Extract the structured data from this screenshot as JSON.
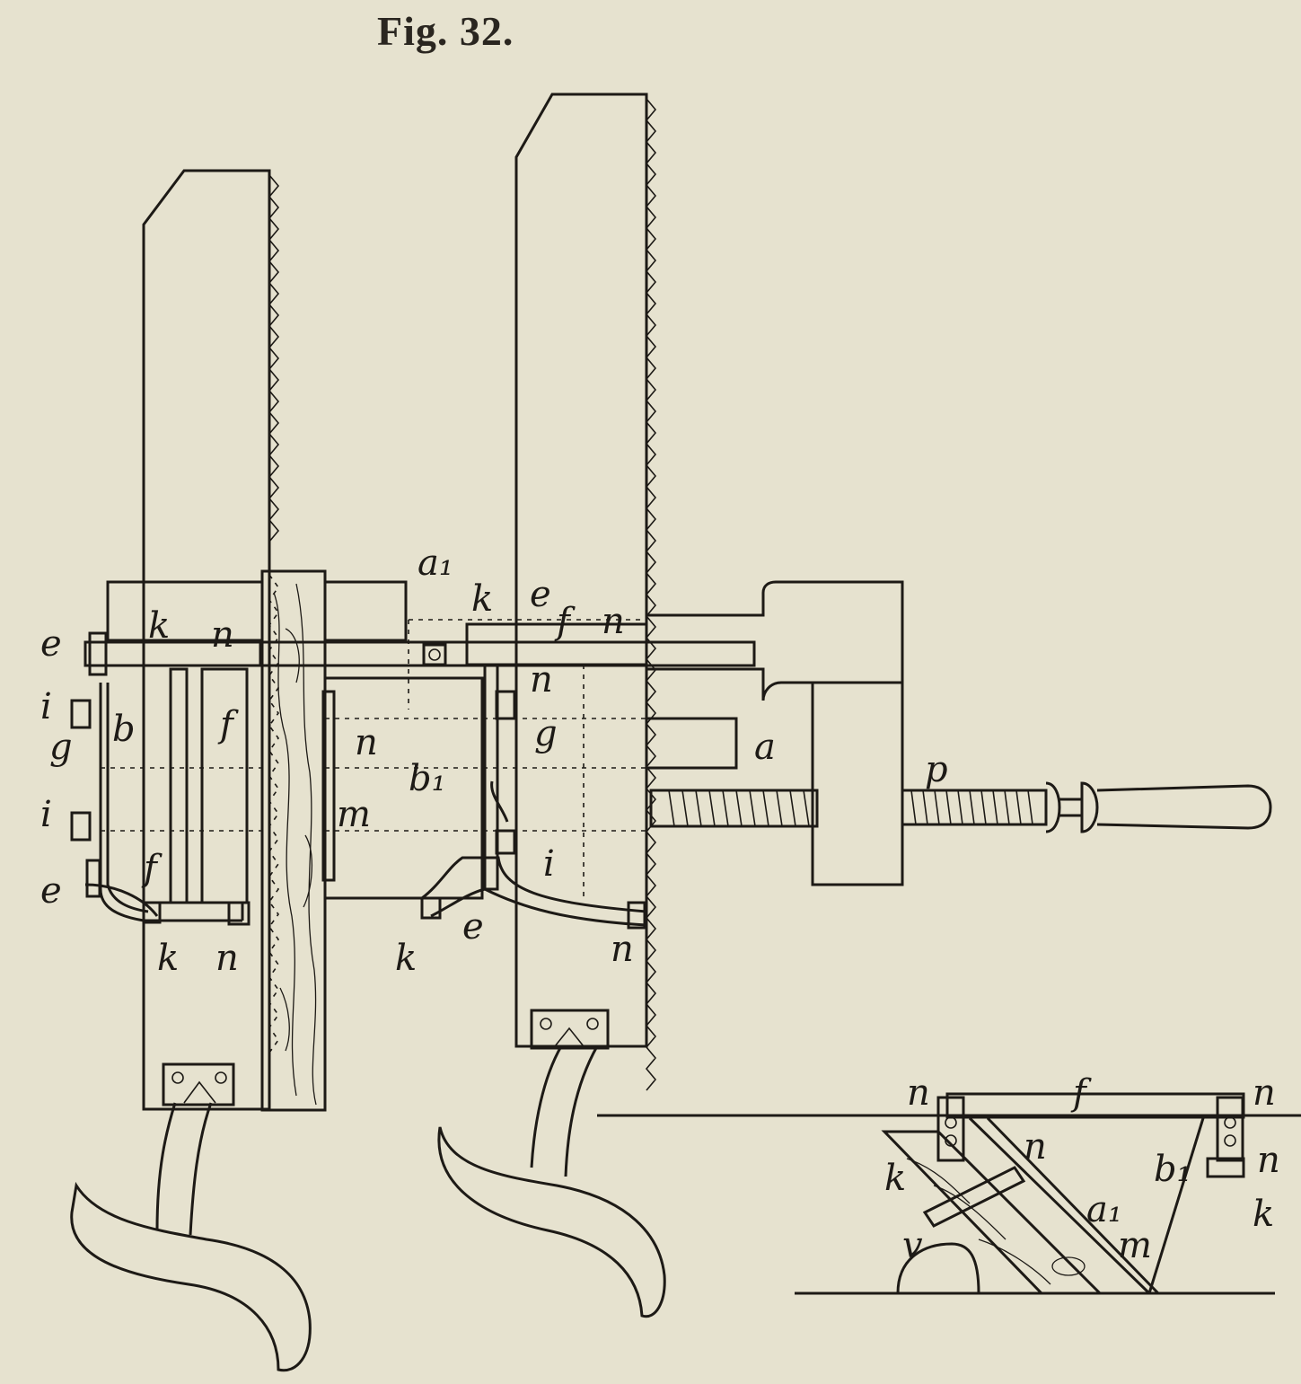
{
  "figure": {
    "title": "Fig. 32."
  },
  "colors": {
    "paper": "#e6e2cf",
    "ink": "#1d1a16",
    "bleed_through": "#cfc9b3"
  },
  "labels": {
    "a": "a",
    "a1": "a₁",
    "b": "b",
    "b1": "b₁",
    "e": "e",
    "f": "f",
    "g": "g",
    "i": "i",
    "k": "k",
    "m": "m",
    "n": "n",
    "p": "p",
    "v": "v"
  }
}
